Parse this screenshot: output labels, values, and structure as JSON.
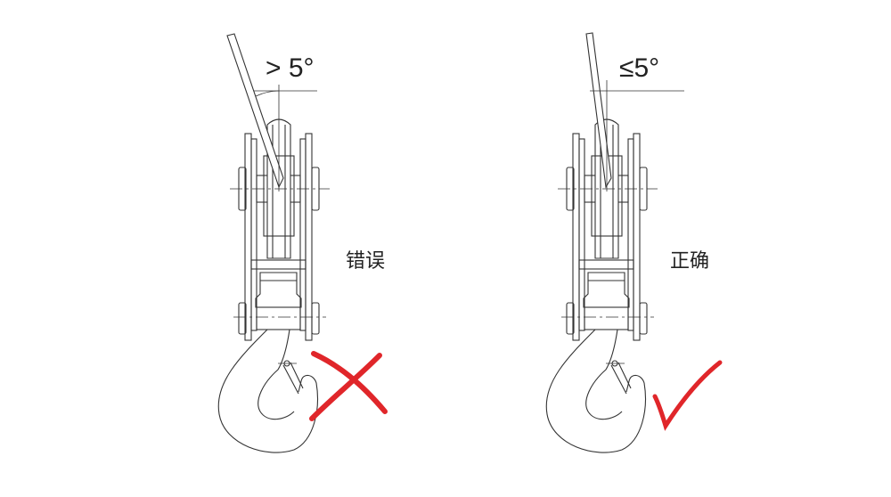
{
  "left": {
    "angle_label": "> 5°",
    "status_label": "错误",
    "mark": "cross-mark",
    "mark_color": "#e0262a"
  },
  "right": {
    "angle_label": "≤5°",
    "status_label": "正确",
    "mark": "check-mark",
    "mark_color": "#e0262a"
  }
}
